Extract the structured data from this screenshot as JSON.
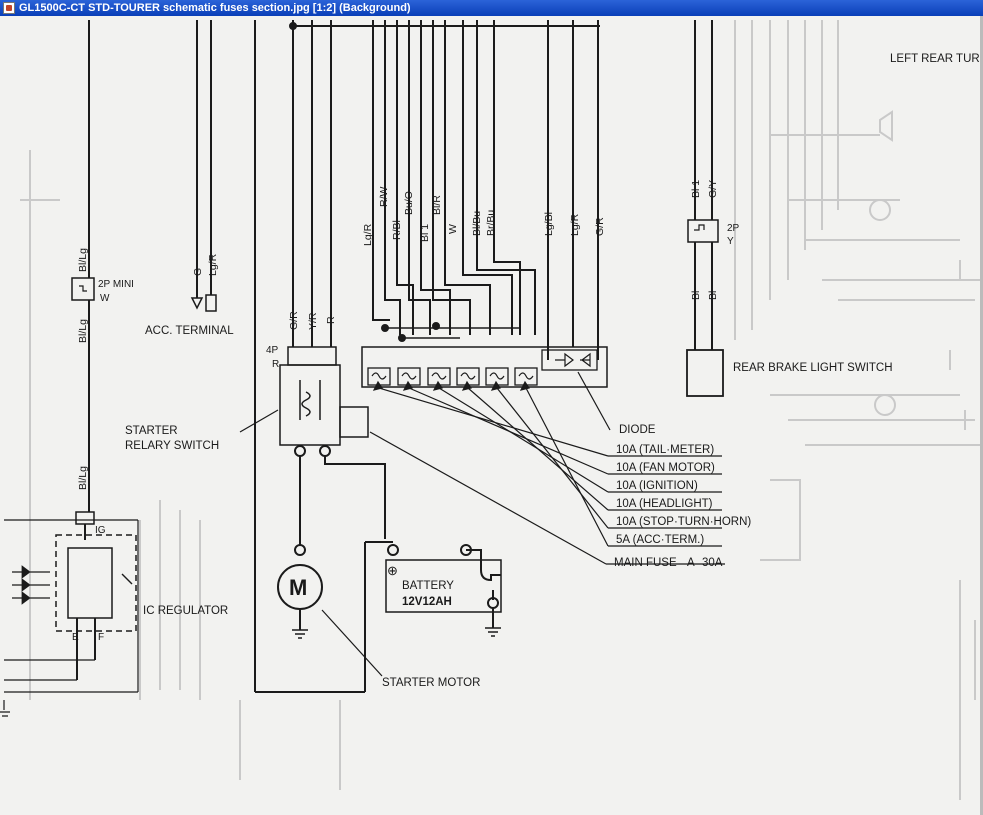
{
  "window": {
    "title": "GL1500C-CT STD-TOURER schematic fuses section.jpg [1:2] (Background)"
  },
  "icons": {
    "app": "image-file-icon",
    "motor": "motor-symbol-icon",
    "ground": "ground-symbol-icon"
  },
  "labels": {
    "left_rear_turn": "LEFT REAR TUR",
    "rear_brake_switch": "REAR BRAKE LIGHT SWITCH",
    "diode": "DIODE",
    "fuse_tail_meter": "10A (TAIL·METER)",
    "fuse_fan_motor": "10A (FAN MOTOR)",
    "fuse_ignition": "10A (IGNITION)",
    "fuse_headlight": "10A (HEADLIGHT)",
    "fuse_stop_turn_horn": "10A (STOP·TURN·HORN)",
    "fuse_acc_term": "5A (ACC·TERM.)",
    "main_fuse": "MAIN FUSE",
    "main_fuse_a": "A",
    "main_fuse_rating": "30A",
    "acc_terminal": "ACC. TERMINAL",
    "starter_relay_1": "STARTER",
    "starter_relay_2": "RELARY  SWITCH",
    "battery": "BATTERY",
    "battery_spec": "12V12AH",
    "battery_plus": "⊕",
    "starter_motor": "STARTER MOTOR",
    "motor_m": "M",
    "ic_regulator": "IC REGULATOR",
    "ig": "IG",
    "e": "E",
    "f": "F",
    "connector_2p_mini": "2P MINI",
    "connector_2p_mini_w": "W",
    "connector_4p": "4P",
    "connector_4p_r": "R",
    "connector_2p": "2P",
    "connector_2p_y": "Y"
  },
  "wire_labels": {
    "bl_lg_top": "Bl/Lg",
    "bl_lg_mid": "Bl/Lg",
    "bl_lg_low": "Bl/Lg",
    "acc_g": "G",
    "acc_lg_r": "Lg/R",
    "relay_g_r": "G/R",
    "relay_y_r": "Y/R",
    "relay_r": "R",
    "fuse_lg_r": "Lg/R",
    "fuse_r_w": "R/W",
    "fuse_r_bl": "R/Bl",
    "fuse_bu_o": "Bu/O",
    "fuse_bl1": "Bl 1",
    "fuse_bl_r": "Bl/R",
    "fuse_w": "W",
    "fuse_bl_bu": "Bl/Bu",
    "fuse_br_bu": "Br/Bu",
    "fuse_lg_bl": "Lg/Bl",
    "fuse_lg_r2": "Lg/R",
    "fuse_g_r": "G/R",
    "brake_bl1": "Bl 1",
    "brake_g_y": "G/Y",
    "brake_bl_a": "Bl",
    "brake_bl_b": "Bl"
  }
}
